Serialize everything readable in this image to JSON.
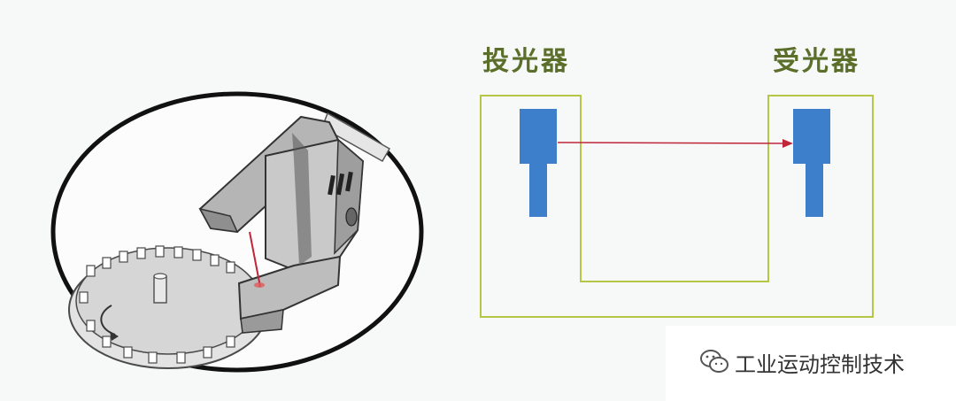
{
  "labels": {
    "emitter": "投光器",
    "receiver": "受光器"
  },
  "watermark": {
    "text": "工业运动控制技术",
    "icon": "wechat-icon"
  },
  "colors": {
    "frame": "#b6c645",
    "sensor_block": "#3e7fcc",
    "beam": "#c0263a",
    "label_text": "#5c6f2a"
  }
}
